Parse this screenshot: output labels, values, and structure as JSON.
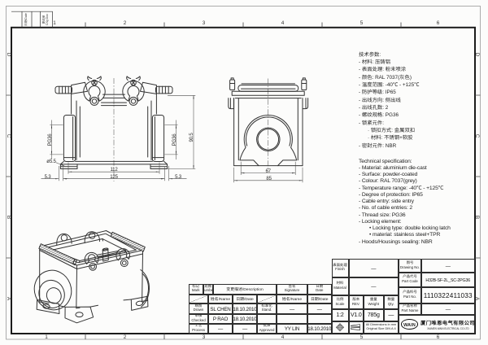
{
  "frame": {
    "cols": [
      "1",
      "2",
      "3",
      "4",
      "5",
      "6"
    ],
    "rows_left": [
      "D",
      "C",
      "B",
      "A"
    ],
    "rows_right": [
      "D",
      "C",
      "B",
      "A"
    ],
    "corner_date": "日期/Date",
    "corner_chg": "更改单\nChg Doc"
  },
  "tech_cn": {
    "title": "技术参数:",
    "lines": [
      "- 材料: 压铸铝",
      "- 表面处理: 粉末喷涂",
      "- 颜色: RAL 7037(灰色)",
      "- 温度范围: -40℃ - +125℃",
      "- 防护等级: IP65",
      "- 出线方向: 侧出线",
      "- 出线孔数: 2",
      "- 螺纹规格: PG36",
      "- 锁紧元件:",
      "· 锁扣方式: 金属双扣",
      "· 材料: 不锈钢+软胶",
      "- 密封元件: NBR"
    ]
  },
  "tech_en": {
    "title": "Technical specification:",
    "lines": [
      "- Material: aluminium die-cast",
      "- Surface: powder-coated",
      "- Colour: RAL 7037(grey)",
      "- Temperature range: -40℃ - +125℃",
      "- Degree of protection: IP65",
      "- Cable entry: side entry",
      "- No. of cable entries: 2",
      "- Thread size: PG36",
      "- Locking element:",
      "• Locking type: double locking latch",
      "• material: stainless steel+TPR",
      "- Hoods/Housings sealing: NBR"
    ]
  },
  "dims": {
    "front": {
      "w_inner": "112",
      "w_outer": "125",
      "side_l": "5.3",
      "side_r": "5.3",
      "hole": "ø5.5",
      "pg_l": "PG36",
      "pg_r": "PG36",
      "height": "90.5"
    },
    "side": {
      "boss": "67",
      "width": "85"
    }
  },
  "title_block": {
    "mark": "标记\nMark",
    "number": "处数\nNumber",
    "description": "变更描述/Description",
    "signature": "签名\nSignature",
    "date": "日期\nDate",
    "name_hdr_l": "姓名/Name",
    "date_hdr_l": "日期/Date",
    "name_hdr_r": "姓名/Name",
    "date_hdr_r": "日期/Date",
    "drawn": "绘图\nDrawn",
    "drawn_name": "SL CHEN",
    "drawn_date": "18.10.2010",
    "checked": "审核\nChecked",
    "checked_name": "P RAO",
    "checked_date": "18.10.2010",
    "process": "工艺\nProcess",
    "process_name": "—",
    "process_date": "—",
    "standard": "标准化\nStand.",
    "standard_name": "—",
    "standard_date": "—",
    "approved": "批准\nApproved",
    "approved_name": "YY LIN",
    "approved_date": "18.10.2010",
    "finish_label": "表面处理\nFinish",
    "finish_value": "—",
    "material_label": "材料\nMaterial",
    "material_value": "—",
    "scale_label": "比例\nScale",
    "scale_value": "1:2",
    "rev_label": "版本\nREV.",
    "rev_value": "V1.0",
    "weight_label": "重量\nWeight",
    "weight_value": "785g",
    "qty_label": "数量\nQty.",
    "qty_value": "—",
    "dims_note": "All Dimensions in mm\nOriginal Size DIN A 4",
    "drawing_no_label": "图号\nDrawing No.",
    "drawing_no_value": "—",
    "part_code_label": "产品代号\nPart Code",
    "part_code_value": "H32B-SF-2L_SC-2PG36",
    "part_no_label": "产品料号\nPart No.",
    "part_no_value": "1110322411033",
    "part_name_label": "产品名称\nPart Name",
    "part_name_value": "—",
    "company_cn": "厦门唯恩电气有限公司",
    "company_en": "XIAMEN WAIN ELECTRICAL CO.LTD",
    "logo_text": "WAIN"
  }
}
